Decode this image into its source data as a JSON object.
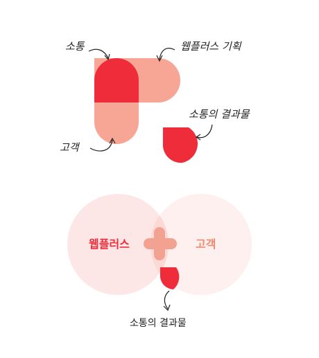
{
  "top_diagram": {
    "labels": {
      "communication": "소통",
      "webplus_planning": "웹플러스 기획",
      "customer": "고객",
      "result": "소통의 결과물"
    }
  },
  "bottom_diagram": {
    "left_circle_label": "웹플러스",
    "right_circle_label": "고객",
    "caption": "소통의 결과물"
  },
  "colors": {
    "red": "#ef2d3a",
    "salmon": "#f7a595",
    "pale_pink": "#fde7e6",
    "cream_pink": "#fdf0ee"
  }
}
